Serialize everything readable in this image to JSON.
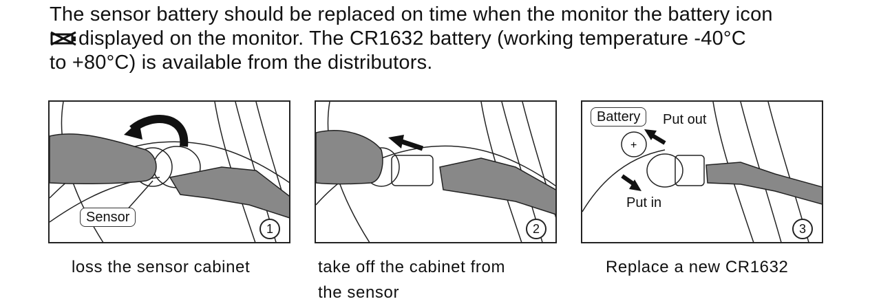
{
  "intro": {
    "line1": "The sensor battery should be replaced on time when the monitor the battery icon",
    "line2_after_icon": "displayed on the monitor. The CR1632 battery (working temperature -40°C",
    "line3": "to +80°C) is available from the distributors.",
    "inline_icon": "battery-crossed-icon"
  },
  "panels": [
    {
      "number": "1",
      "callout": "Sensor",
      "caption": "loss the sensor cabinet"
    },
    {
      "number": "2",
      "caption_line1": "take off the cabinet from",
      "caption_line2": "the sensor"
    },
    {
      "number": "3",
      "callout": "Battery",
      "label_out": "Put out",
      "label_in": "Put in",
      "caption": "Replace a new CR1632"
    }
  ]
}
